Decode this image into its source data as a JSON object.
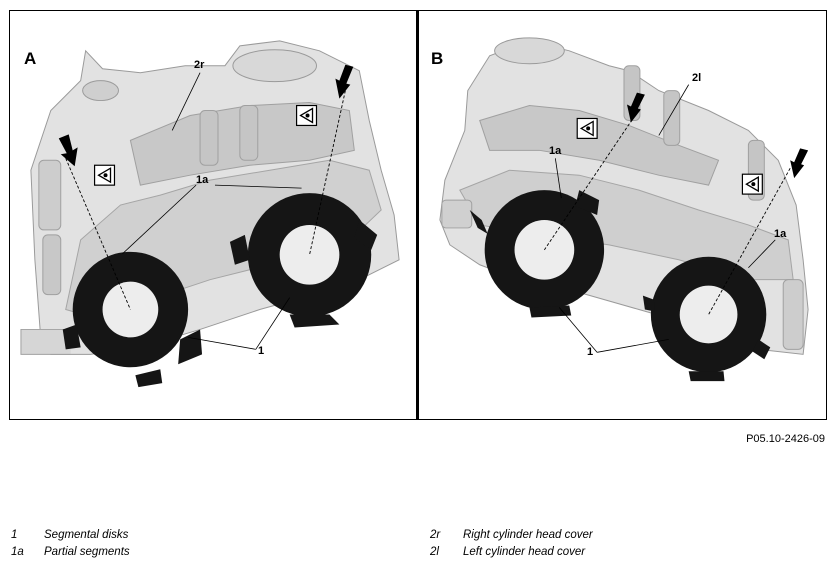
{
  "panels": {
    "a": {
      "letter": "A",
      "callouts": {
        "cover": "2r",
        "segments": "1a",
        "disks": "1"
      }
    },
    "b": {
      "letter": "B",
      "callouts": {
        "cover": "2l",
        "segments": "1a",
        "segments_2": "1a",
        "disks": "1"
      }
    }
  },
  "reference_code": "P05.10-2426-09",
  "legend": [
    {
      "key": "1",
      "text": "Segmental disks"
    },
    {
      "key": "1a",
      "text": "Partial segments"
    },
    {
      "key": "2r",
      "text": "Right cylinder head cover"
    },
    {
      "key": "2l",
      "text": "Left cylinder head cover"
    }
  ],
  "colors": {
    "casting": "#e3e3e3",
    "casting_shade": "#b9b9b9",
    "disk": "#151515",
    "line": "#000000"
  },
  "icons": [
    "arrow-icon",
    "inspection-symbol-icon"
  ]
}
